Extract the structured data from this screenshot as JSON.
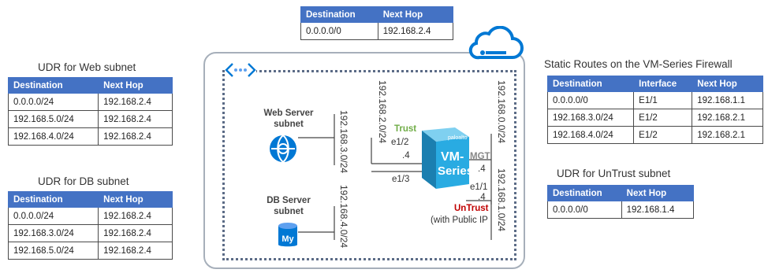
{
  "tables": {
    "top": {
      "headers": [
        "Destination",
        "Next Hop"
      ],
      "rows": [
        [
          "0.0.0.0/0",
          "192.168.2.4"
        ]
      ]
    },
    "web": {
      "title": "UDR for Web subnet",
      "headers": [
        "Destination",
        "Next Hop"
      ],
      "rows": [
        [
          "0.0.0.0/24",
          "192.168.2.4"
        ],
        [
          "192.168.5.0/24",
          "192.168.2.4"
        ],
        [
          "192.168.4.0/24",
          "192.168.2.4"
        ]
      ]
    },
    "db": {
      "title": "UDR for DB subnet",
      "headers": [
        "Destination",
        "Next Hop"
      ],
      "rows": [
        [
          "0.0.0.0/24",
          "192.168.2.4"
        ],
        [
          "192.168.3.0/24",
          "192.168.2.4"
        ],
        [
          "192.168.5.0/24",
          "192.168.2.4"
        ]
      ]
    },
    "static": {
      "title": "Static Routes on the VM-Series Firewall",
      "headers": [
        "Destination",
        "Interface",
        "Next Hop"
      ],
      "rows": [
        [
          "0.0.0.0/0",
          "E1/1",
          "192.168.1.1"
        ],
        [
          "192.168.3.0/24",
          "E1/2",
          "192.168.2.1"
        ],
        [
          "192.168.4.0/24",
          "E1/2",
          "192.168.2.1"
        ]
      ]
    },
    "untrust": {
      "title": "UDR for UnTrust subnet",
      "headers": [
        "Destination",
        "Next Hop"
      ],
      "rows": [
        [
          "0.0.0.0/0",
          "192.168.1.4"
        ]
      ]
    }
  },
  "diagram": {
    "web_subnet_label": [
      "Web Server",
      "subnet"
    ],
    "db_subnet_label": [
      "DB Server",
      "subnet"
    ],
    "web_cidr": "192.168.3.0/24",
    "db_cidr": "192.168.4.0/24",
    "trust_cidr": "192.168.2.0/24",
    "mgmt_cidr": "192.168.0.0/24",
    "untrust_cidr": "192.168.1.0/24",
    "trust": "Trust",
    "untrust": "UnTrust",
    "public_ip": "(with Public IP",
    "e1_2": "e1/2",
    "e1_3": "e1/3",
    "e1_1": "e1/1",
    "mgt": "MGT",
    "host_4_a": ".4",
    "host_4_b": ".4",
    "host_4_c": ".4",
    "fw_brand": "paloalto",
    "fw_name": [
      "VM-",
      "Series"
    ],
    "db_icon_text": "My"
  },
  "colors": {
    "header_blue": "#4472c4",
    "trust_green": "#70ad47",
    "untrust_red": "#c00000",
    "azure_blue": "#0078d4",
    "firewall_cyan": "#29abe2"
  },
  "icons": [
    "vnet-peering-icon",
    "azure-cloud-icon",
    "web-app-icon",
    "mysql-db-icon",
    "vm-series-firewall-icon"
  ]
}
